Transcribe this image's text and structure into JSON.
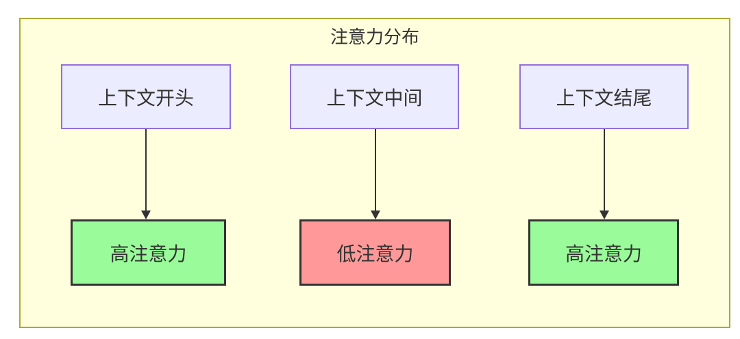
{
  "diagram": {
    "title": "注意力分布",
    "columns": [
      {
        "source": "上下文开头",
        "target": "高注意力",
        "level": "high"
      },
      {
        "source": "上下文中间",
        "target": "低注意力",
        "level": "low"
      },
      {
        "source": "上下文结尾",
        "target": "高注意力",
        "level": "high"
      }
    ],
    "colors": {
      "cluster_bg": "#FFFFDE",
      "cluster_border": "#AAAA33",
      "source_bg": "#ECECFF",
      "source_border": "#9370DB",
      "high_bg": "#99FB99",
      "low_bg": "#FF9999",
      "target_border": "#333333",
      "arrow": "#333333",
      "text": "#333333"
    }
  }
}
